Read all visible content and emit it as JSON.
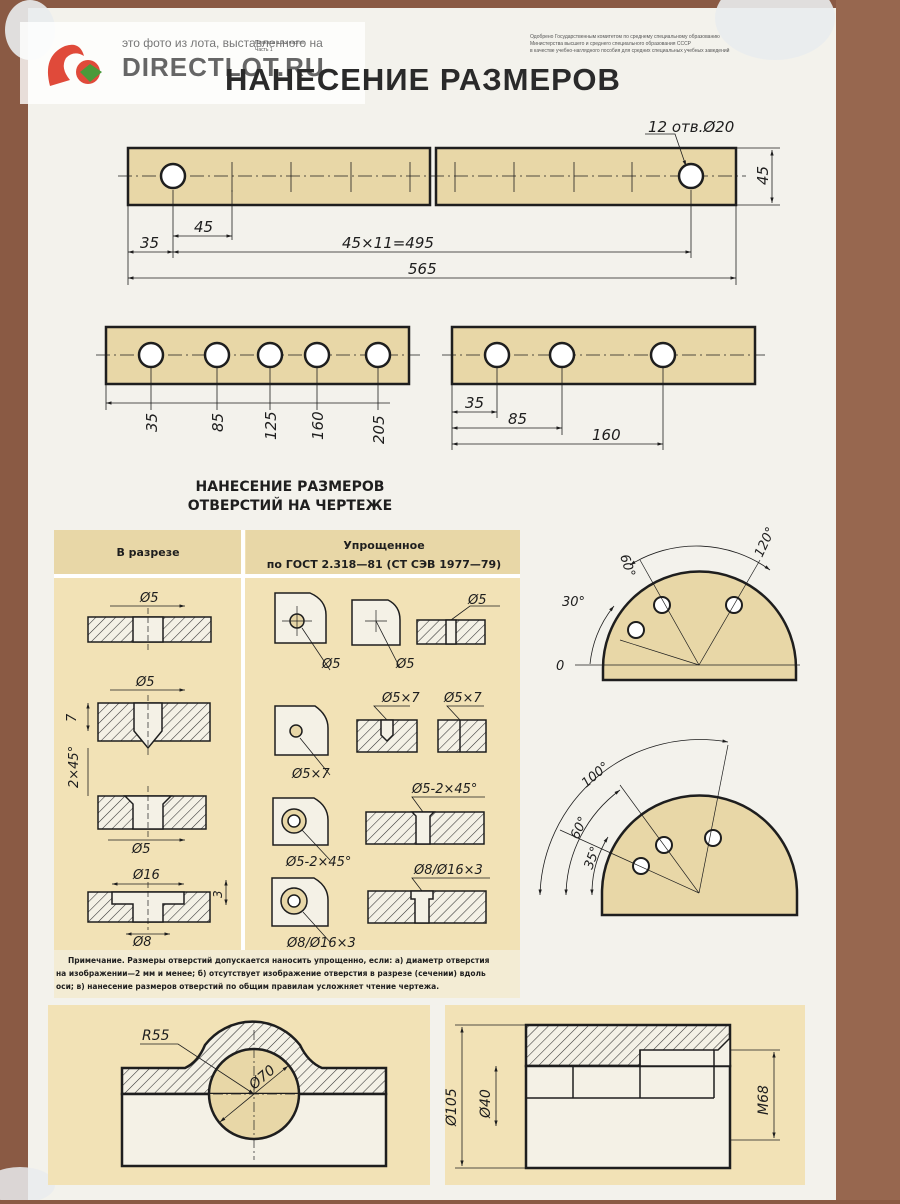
{
  "watermark": {
    "caption": "это фото из лота, выставленного на",
    "brand": "DIRECTLOT.RU"
  },
  "poster": {
    "title": "НАНЕСЕНИЕ РАЗМЕРОВ",
    "fine_print": [
      "Одобрено Государственным комитетом по среднему специальному образованию",
      "Министерства высшего и среднего специального образования СССР",
      "в качестве учебно-наглядного пособия для средних специальных учебных заведений"
    ],
    "fine_left": [
      "Плакаты в 3-х частях",
      "Часть 1"
    ]
  },
  "bar_top": {
    "hole_callout": "12 отв.Ø20",
    "dims": {
      "height": "45",
      "first": "35",
      "pitch": "45",
      "chain": "45×11=495",
      "total": "565"
    }
  },
  "bars_middle": {
    "left_dims": [
      "35",
      "85",
      "125",
      "160",
      "205"
    ],
    "right_dims": [
      "35",
      "85",
      "160"
    ]
  },
  "section_heading": [
    "НАНЕСЕНИЕ РАЗМЕРОВ",
    "ОТВЕРСТИЙ НА ЧЕРТЕЖЕ"
  ],
  "table": {
    "col_left": "В разрезе",
    "col_right": [
      "Упрощенное",
      "по ГОСТ 2.318—81 (СТ СЭВ 1977—79)"
    ],
    "left_dims": {
      "d5a": "Ø5",
      "d5b": "Ø5",
      "depth": "7",
      "chamfer": "2×45°",
      "d5c": "Ø5",
      "d16": "Ø16",
      "d8": "Ø8",
      "depth3": "3"
    },
    "right_dims": {
      "r1a": "Ø5",
      "r1b": "Ø5",
      "r1c": "Ø5",
      "r2a": "Ø5×7",
      "r2b": "Ø5×7",
      "r2c": "Ø5×7",
      "r3a": "Ø5-2×45°",
      "r3b": "Ø5-2×45°",
      "r4a": "Ø8/Ø16×3",
      "r4b": "Ø8/Ø16×3"
    },
    "note": [
      "Примечание. Размеры отверстий допускается наносить упрощенно, если: а) диаметр отверстия",
      "на изображении—2 мм и менее; б) отсутствует изображение отверстия в разрезе (сечении) вдоль",
      "оси; в) нанесение размеров отверстий по общим правилам усложняет чтение чертежа."
    ]
  },
  "angles_top": {
    "a60": "60°",
    "a120": "120°",
    "a30": "30°",
    "zero": "0"
  },
  "angles_bottom": {
    "a100": "100°",
    "a60": "60°",
    "a35": "35°"
  },
  "bottom_section": {
    "radius": "R55",
    "diameter": "Ø70",
    "d105": "Ø105",
    "d40": "Ø40",
    "m68": "M68"
  },
  "colors": {
    "wood": "#8a5a44",
    "paper": "#f3f2ec",
    "tan": "#e8d7a7",
    "line": "#1e1e1e"
  }
}
